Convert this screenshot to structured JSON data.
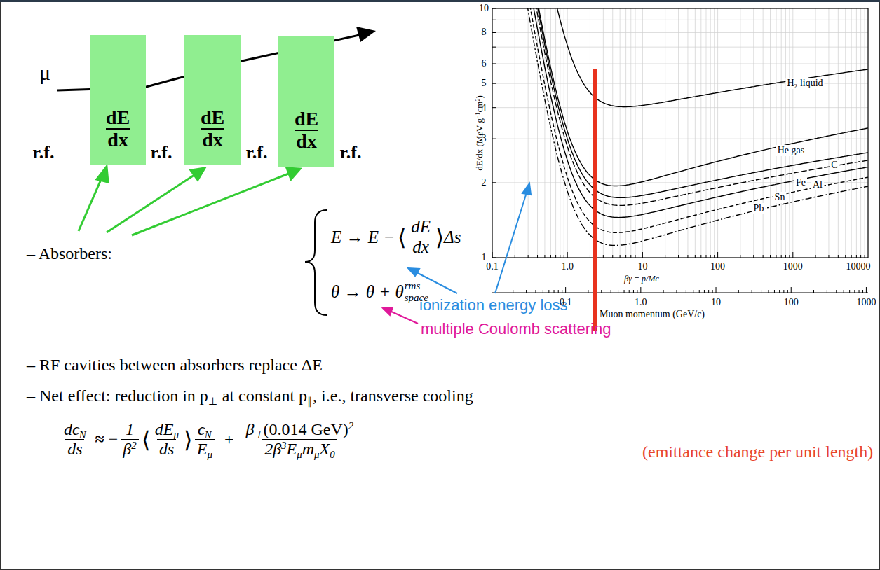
{
  "diagram": {
    "nodes": [
      {
        "text": [
          "dE",
          "dx"
        ]
      },
      {
        "text": [
          "dE",
          "dx"
        ]
      },
      {
        "text": [
          "dE",
          "dx"
        ]
      }
    ],
    "labels": [
      "μ",
      "r.f.",
      "r.f.",
      "r.f.",
      "r.f.",
      "– Absorbers:",
      "E → E −",
      "⟨",
      "dE",
      "dx",
      "⟩",
      "Δs",
      "θ → θ + θ",
      "rms",
      "space",
      "ionization energy loss",
      "multiple Coulomb scattering",
      "– RF cavities between absorbers replace ΔE",
      "– Net effect: reduction in p",
      "⊥",
      "at constant p",
      "∥",
      ", i.e., transverse cooling",
      "dϵ",
      "N",
      "ds",
      "≈",
      "−",
      "1",
      "β",
      "2",
      "⟨",
      "dE",
      "μ",
      "ds",
      "⟩",
      "ϵ",
      "N",
      "E",
      "μ",
      "+",
      "β",
      "⊥",
      "(0.014 GeV)",
      "2",
      "2β",
      "3",
      "E",
      "μ",
      "m",
      "μ",
      "X",
      "0",
      "(emittance change per unit length)",
      "dE/dx (MeV g",
      "−1",
      "cm",
      "2",
      ")",
      "1",
      "2",
      "3",
      "4",
      "5",
      "6",
      "8",
      "10",
      "0.1",
      "1.0",
      "10",
      "100",
      "1000",
      "10000",
      "βγ = p/Mc",
      "0.1",
      "1.0",
      "10",
      "100",
      "1000",
      "Muon momentum (GeV/c)",
      "H",
      "2",
      "liquid",
      "He gas",
      "C",
      "Al",
      "Fe",
      "Sn",
      "Pb"
    ]
  }
}
